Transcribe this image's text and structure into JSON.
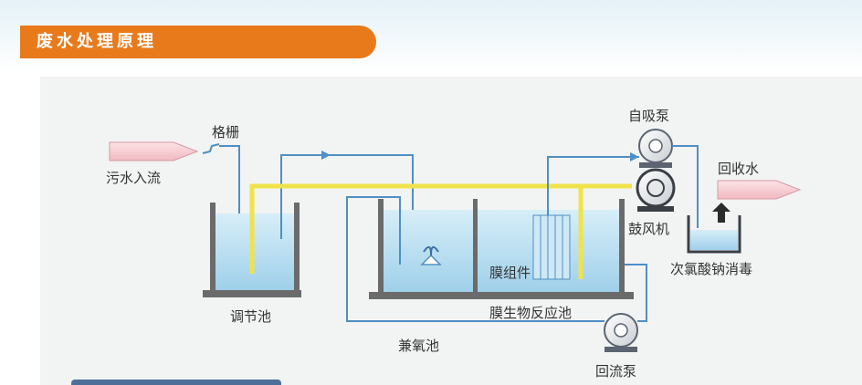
{
  "header": {
    "title": "废水处理原理"
  },
  "diagram": {
    "labels": {
      "grating": "格栅",
      "sewage_inflow": "污水入流",
      "regulating_tank": "调节池",
      "anoxic_tank": "兼氧池",
      "membrane_module": "膜组件",
      "mbr_tank": "膜生物反应池",
      "self_priming_pump": "自吸泵",
      "recycled_water": "回收水",
      "blower": "鼓风机",
      "disinfection": "次氯酸钠消毒",
      "return_pump": "回流泵"
    }
  },
  "colors": {
    "title_bg": "#e87a1c",
    "water": "#bfe2f3",
    "pipe": "#4f8fc4",
    "air_pipe": "#f0e34a",
    "tank_wall": "#6b6b6b"
  }
}
